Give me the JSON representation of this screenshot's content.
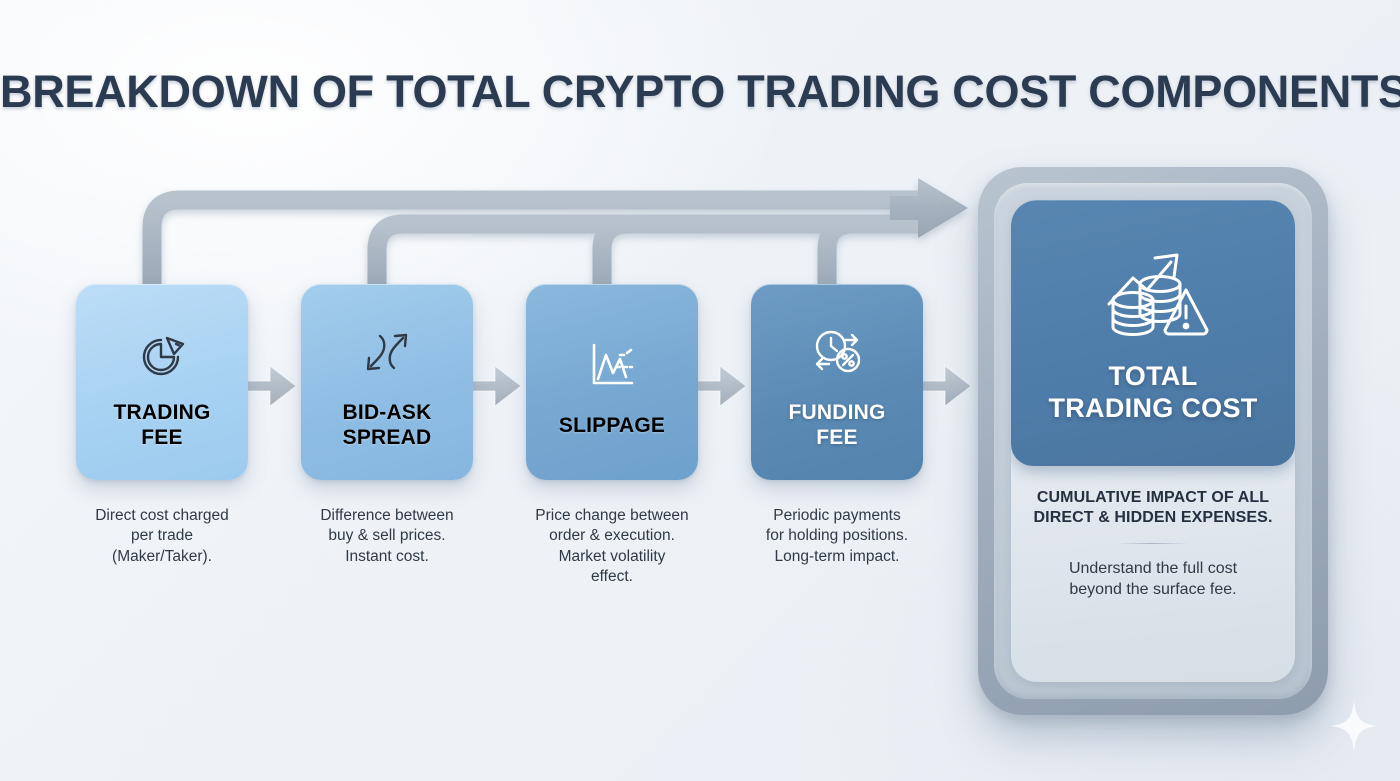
{
  "header": {
    "title": "BREAKDOWN OF TOTAL CRYPTO TRADING COST COMPONENTS"
  },
  "colors": {
    "step_1": "#a8d2f2",
    "step_2": "#8fbde4",
    "step_3": "#77a8d2",
    "step_4": "#5b8bb5",
    "total_header": "#4f7daa",
    "connector": "#a9b4c0",
    "title_text": "#2b3b52"
  },
  "steps": [
    {
      "id": "trading-fee",
      "label": "TRADING\nFEE",
      "icon": "pie-chart-icon",
      "description": "Direct cost charged\nper trade\n(Maker/Taker).",
      "text_on_dark": false
    },
    {
      "id": "bid-ask-spread",
      "label": "BID-ASK\nSPREAD",
      "icon": "diverging-arrows-icon",
      "description": "Difference between\nbuy & sell prices.\nInstant cost.",
      "text_on_dark": false
    },
    {
      "id": "slippage",
      "label": "SLIPPAGE",
      "icon": "volatility-chart-icon",
      "description": "Price change between\norder & execution.\nMarket volatility\neffect.",
      "text_on_dark": false
    },
    {
      "id": "funding-fee",
      "label": "FUNDING\nFEE",
      "icon": "clock-percent-icon",
      "description": "Periodic payments\nfor holding positions.\nLong-term impact.",
      "text_on_dark": true
    }
  ],
  "total": {
    "id": "total-trading-cost",
    "label": "TOTAL\nTRADING COST",
    "icon": "coins-growth-warning-icon",
    "caption": "CUMULATIVE IMPACT OF ALL\nDIRECT & HIDDEN EXPENSES.",
    "subtext": "Understand the full cost\nbeyond the surface fee."
  },
  "flow": {
    "mini_arrow_icon": "arrow-right-icon",
    "bus_arrow_icon": "arrow-right-icon"
  },
  "decoration": {
    "sparkle_icon": "sparkle-icon"
  }
}
